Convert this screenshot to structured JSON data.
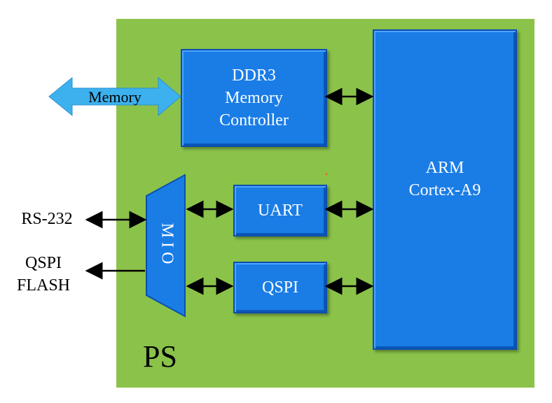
{
  "region": {
    "label": "PS"
  },
  "blocks": {
    "ddr": {
      "lines": [
        "DDR3",
        "Memory",
        "Controller"
      ]
    },
    "arm": {
      "lines": [
        "ARM",
        "Cortex-A9"
      ]
    },
    "uart": {
      "label": "UART"
    },
    "qspi": {
      "label": "QSPI"
    },
    "mio": {
      "label": "MIO"
    }
  },
  "external": {
    "memory": "Memory",
    "rs232": "RS-232",
    "qspi_flash": [
      "QSPI",
      "FLASH"
    ]
  },
  "colors": {
    "region_fill": "#8bc34a",
    "block_fill": "#1a7de6",
    "memory_arrow": "#3db1ee",
    "arrow": "#000000"
  }
}
